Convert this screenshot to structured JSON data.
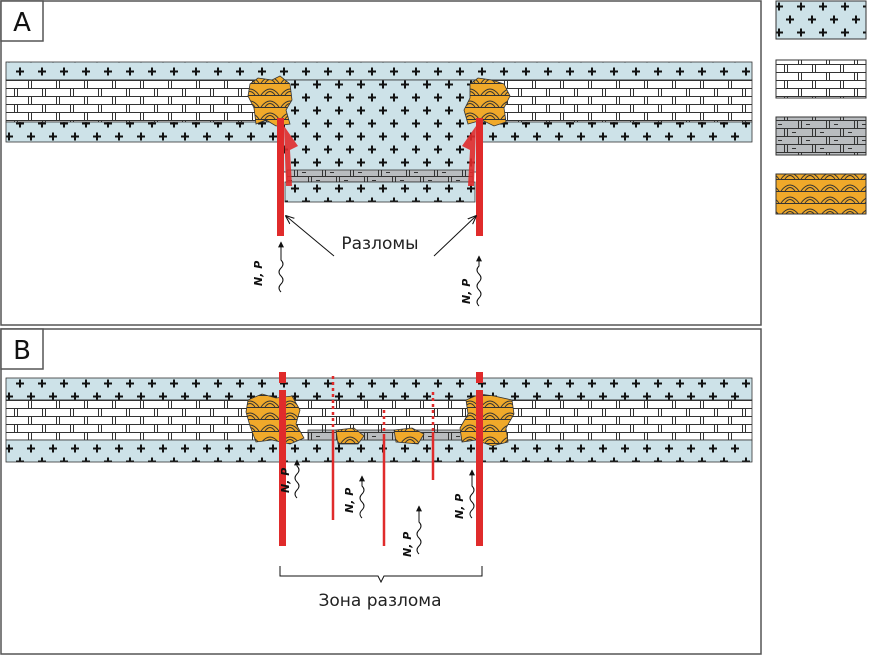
{
  "panels": [
    {
      "letter": "А",
      "fault_caption": "Разломы"
    },
    {
      "letter": "В",
      "zone_caption": "Зона разлома"
    }
  ],
  "np_label": "N, P",
  "legend": [
    {
      "key": "granite",
      "pattern": "crosses",
      "fill": "#cde2e8"
    },
    {
      "key": "limestone",
      "pattern": "bricks",
      "fill": "#ffffff"
    },
    {
      "key": "marl",
      "pattern": "bricks-dashes",
      "fill": "#b9bcbf"
    },
    {
      "key": "ore",
      "pattern": "arcs",
      "fill": "#f0a92a"
    }
  ],
  "colors": {
    "fault": "#e02b2b",
    "granite": "#cde2e8",
    "limestone": "#ffffff",
    "marl": "#b9bcbf",
    "ore": "#f0a92a",
    "frame": "#555555"
  },
  "icons": [
    "wavy-arrow-icon",
    "brace-icon",
    "crosses-pattern-icon",
    "bricks-pattern-icon"
  ]
}
